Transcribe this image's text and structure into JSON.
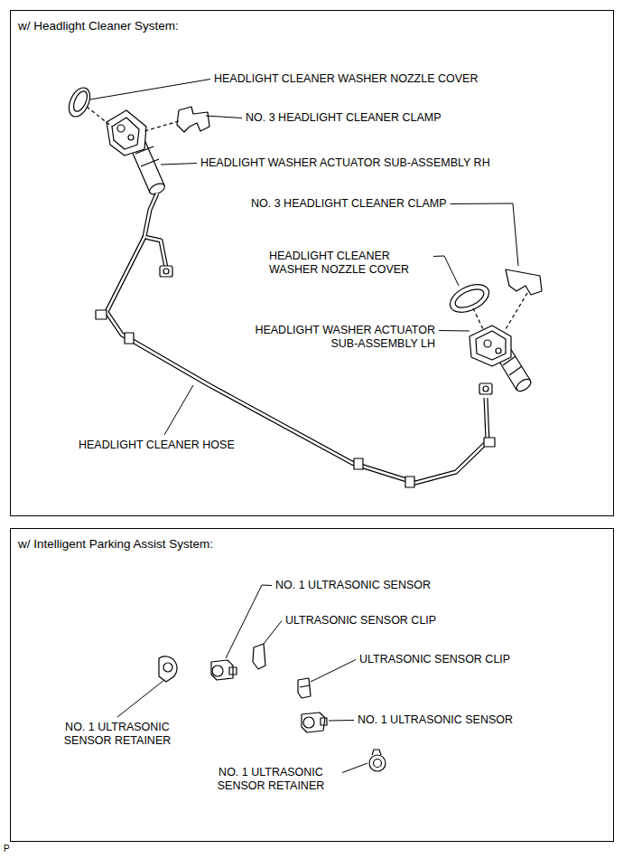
{
  "diagram": {
    "nodes": [
      {
        "text": [
          "w/ Headlight Cleaner System:"
        ]
      },
      {
        "text": [
          "w/ Intelligent Parking Assist System:"
        ]
      }
    ],
    "labels": [
      "HEADLIGHT CLEANER WASHER NOZZLE COVER",
      "NO. 3 HEADLIGHT CLEANER CLAMP",
      "HEADLIGHT WASHER ACTUATOR SUB-ASSEMBLY RH",
      "NO. 3 HEADLIGHT CLEANER CLAMP",
      "HEADLIGHT CLEANER WASHER NOZZLE COVER",
      "HEADLIGHT WASHER ACTUATOR SUB-ASSEMBLY LH",
      "HEADLIGHT CLEANER HOSE",
      "NO. 1 ULTRASONIC SENSOR",
      "ULTRASONIC SENSOR CLIP",
      "ULTRASONIC SENSOR CLIP",
      "NO. 1 ULTRASONIC SENSOR RETAINER",
      "NO. 1 ULTRASONIC SENSOR",
      "NO. 1 ULTRASONIC SENSOR RETAINER",
      "P"
    ]
  }
}
